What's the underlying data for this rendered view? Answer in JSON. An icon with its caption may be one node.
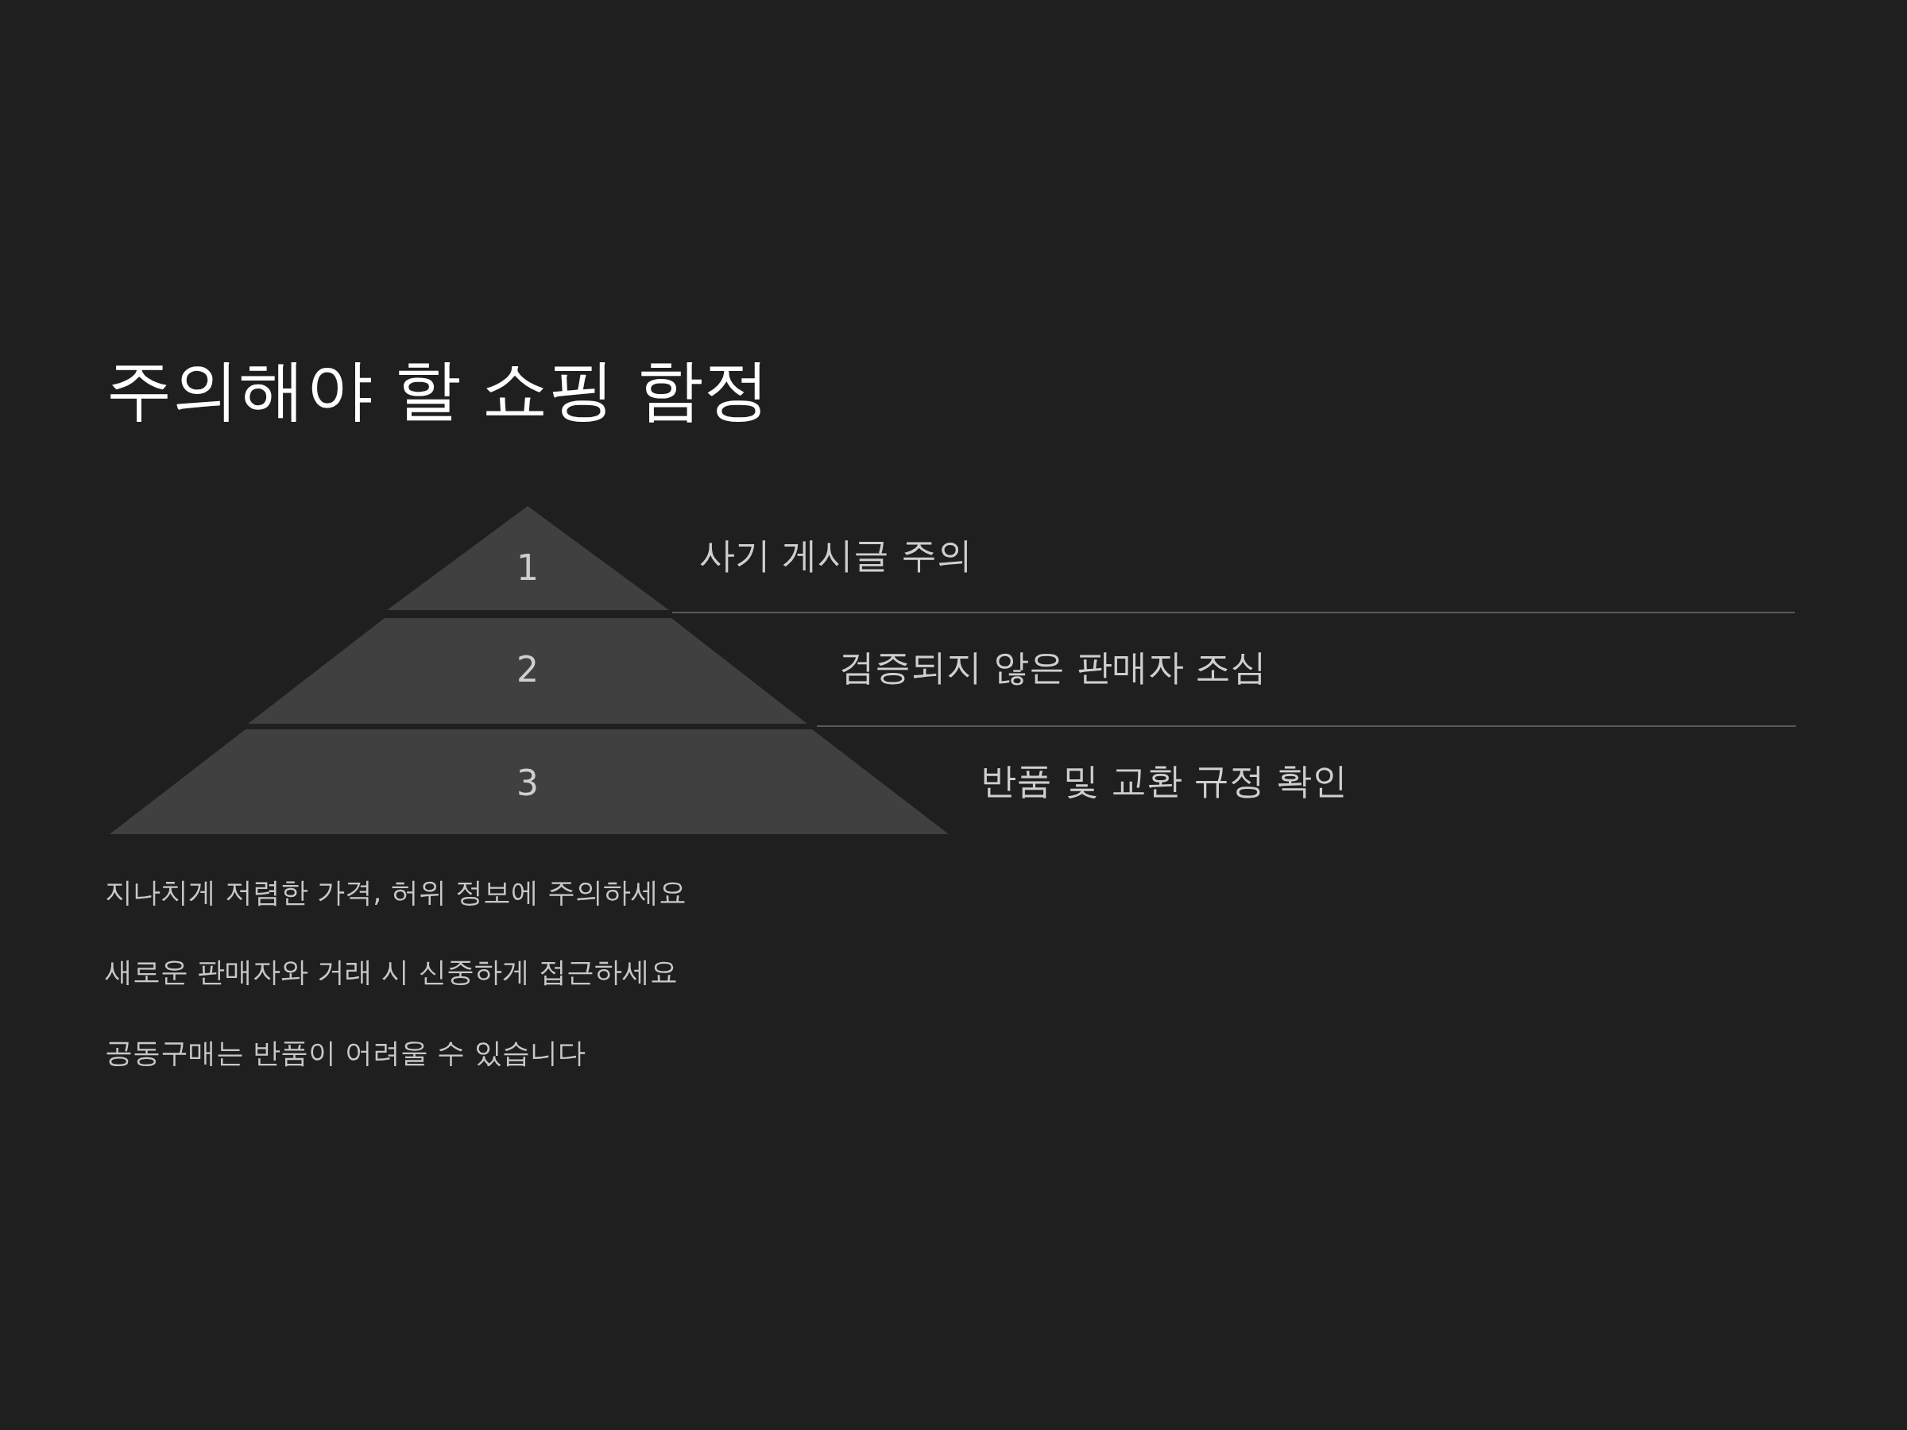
{
  "diagram": {
    "title": "주의해야 할 쇼핑 함정",
    "nodes": [
      {
        "text": [
          "1"
        ],
        "beside": [
          "사기 게시글 주의"
        ]
      },
      {
        "text": [
          "2"
        ],
        "beside": [
          "검증되지 않은 판매자 조심"
        ]
      },
      {
        "text": [
          "3"
        ],
        "beside": [
          "반품 및 교환 규정 확인"
        ]
      }
    ],
    "labels": [
      "지나치게 저렴한 가격, 허위 정보에 주의하세요",
      "새로운 판매자와 거래 시 신중하게 접근하세요",
      "공동구매는 반품이 어려울 수 있습니다"
    ]
  }
}
